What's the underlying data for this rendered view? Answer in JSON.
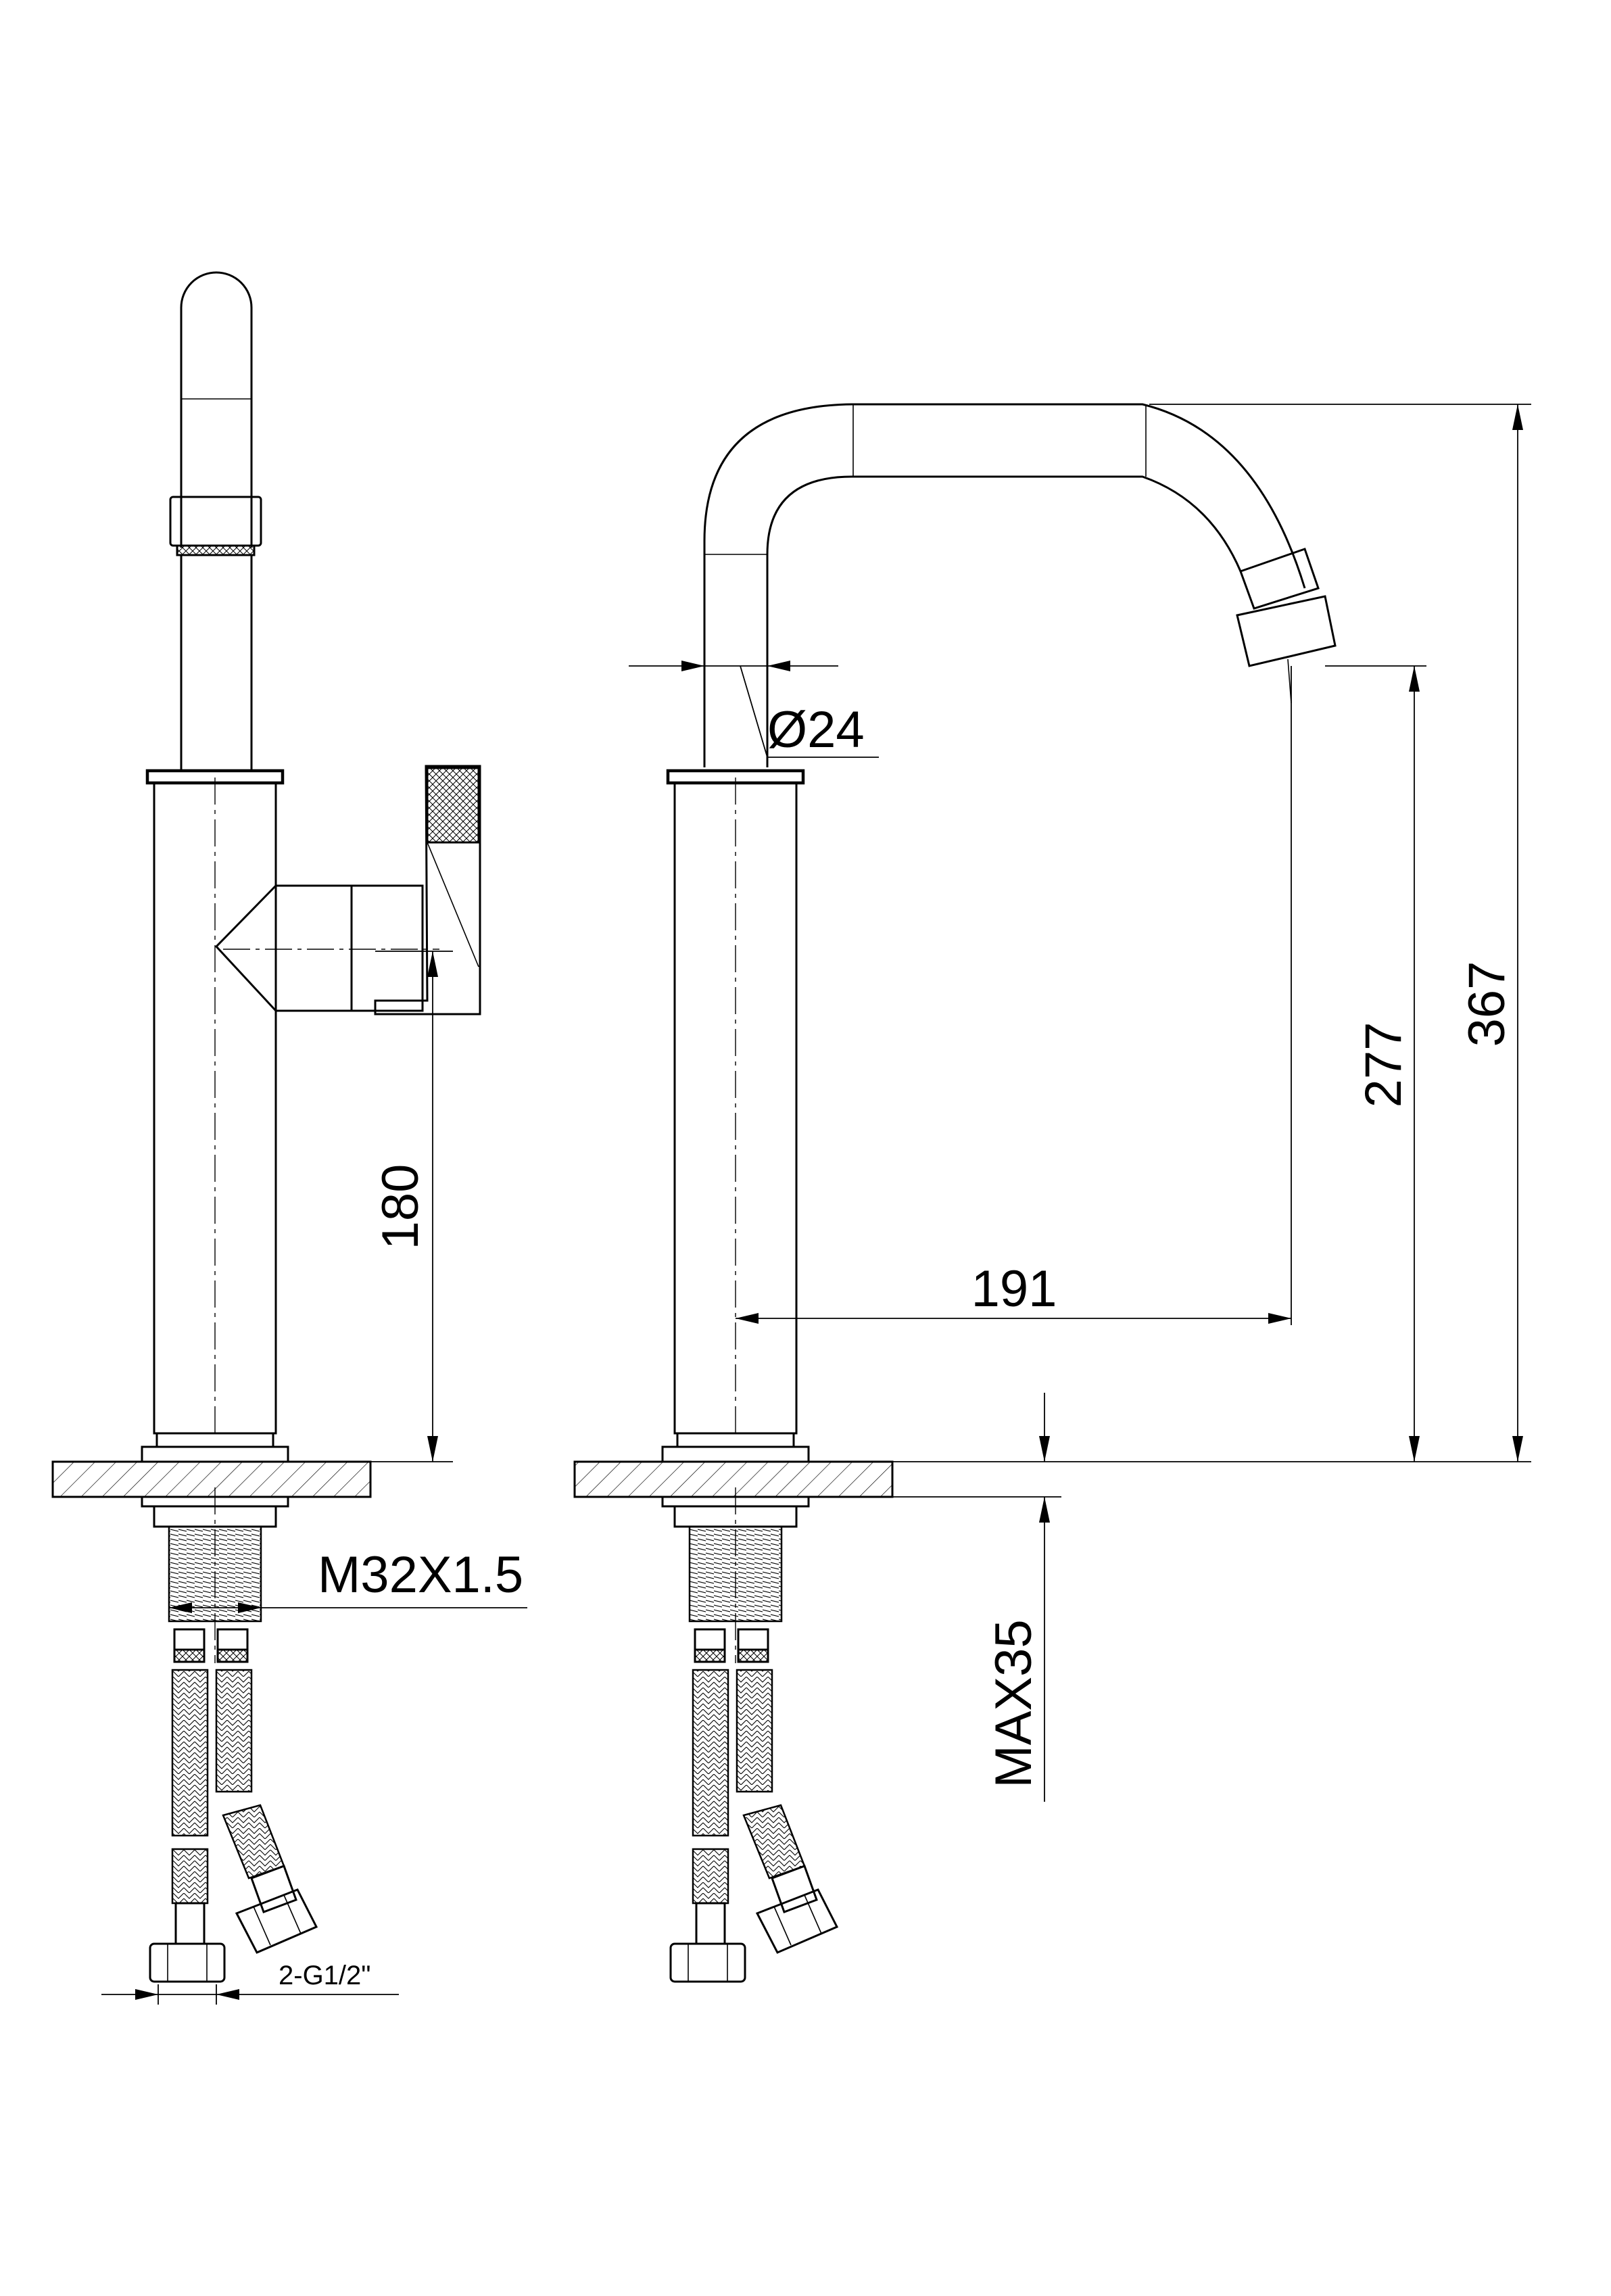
{
  "dimensions": {
    "handle_height": "180",
    "spout_diameter": "Ø24",
    "spout_reach": "191",
    "outlet_height": "277",
    "overall_height": "367",
    "mount_thread": "M32X1.5",
    "hose_connection": "2-G1/2\"",
    "max_deck_thickness": "MAX35"
  }
}
